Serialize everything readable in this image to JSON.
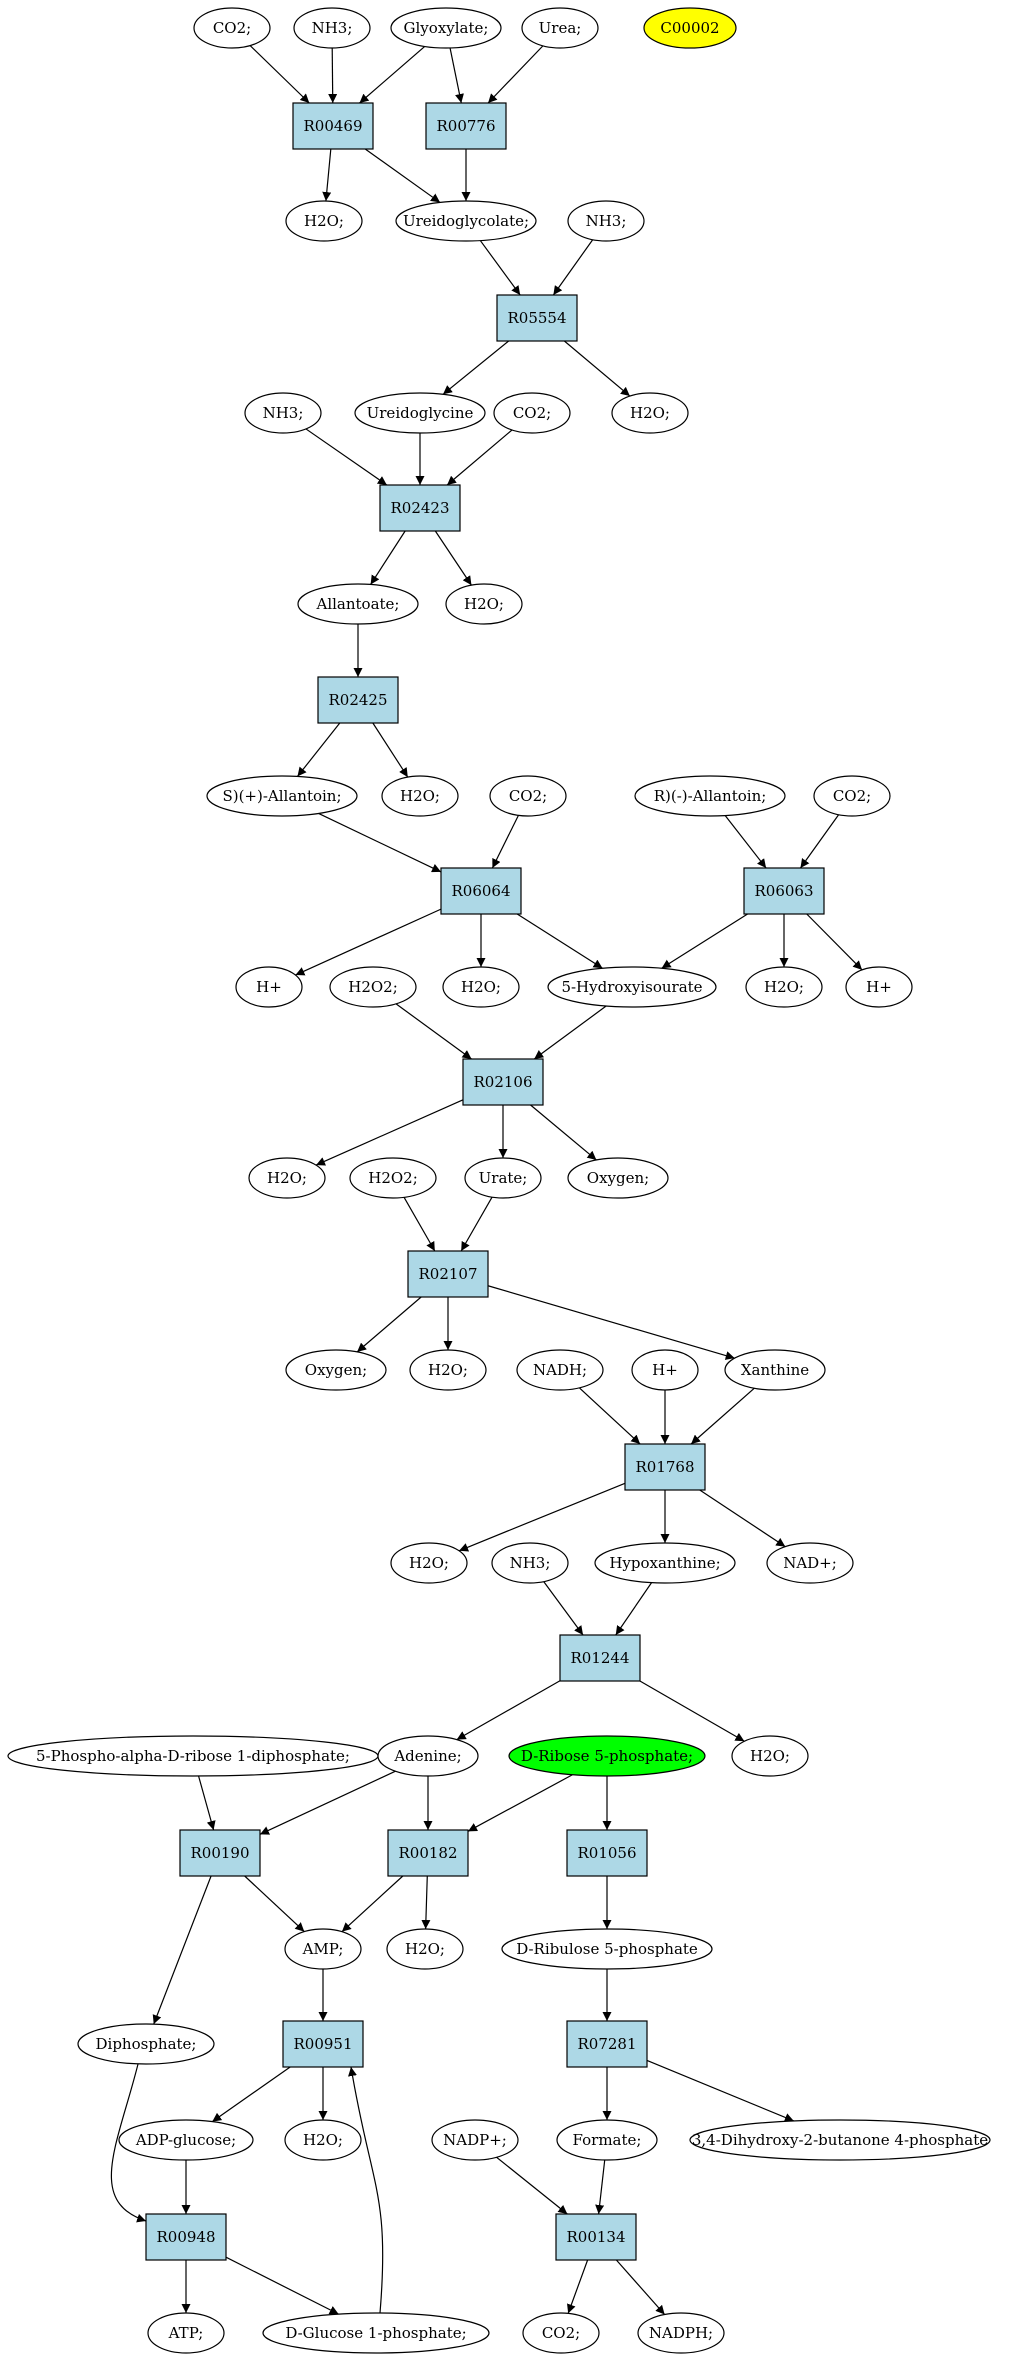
{
  "colors": {
    "background": "#ffffff",
    "reaction_fill": "#add8e6",
    "highlight_yellow": "#ffff00",
    "highlight_green": "#00ff00",
    "compound_fill": "#ffffff",
    "stroke": "#000000"
  },
  "nodes": [
    {
      "id": "co2_a",
      "label": "CO2;",
      "kind": "compound"
    },
    {
      "id": "nh3_a",
      "label": "NH3;",
      "kind": "compound"
    },
    {
      "id": "glyoxylate",
      "label": "Glyoxylate;",
      "kind": "compound"
    },
    {
      "id": "urea",
      "label": "Urea;",
      "kind": "compound"
    },
    {
      "id": "c00002",
      "label": "C00002",
      "kind": "compound",
      "fill": "#ffff00"
    },
    {
      "id": "R00469",
      "label": "R00469",
      "kind": "reaction"
    },
    {
      "id": "R00776",
      "label": "R00776",
      "kind": "reaction"
    },
    {
      "id": "h2o_a",
      "label": "H2O;",
      "kind": "compound"
    },
    {
      "id": "ureidoglycolate",
      "label": "Ureidoglycolate;",
      "kind": "compound"
    },
    {
      "id": "nh3_b",
      "label": "NH3;",
      "kind": "compound"
    },
    {
      "id": "R05554",
      "label": "R05554",
      "kind": "reaction"
    },
    {
      "id": "nh3_c",
      "label": "NH3;",
      "kind": "compound"
    },
    {
      "id": "ureidoglycine",
      "label": "Ureidoglycine",
      "kind": "compound"
    },
    {
      "id": "co2_b",
      "label": "CO2;",
      "kind": "compound"
    },
    {
      "id": "h2o_b",
      "label": "H2O;",
      "kind": "compound"
    },
    {
      "id": "R02423",
      "label": "R02423",
      "kind": "reaction"
    },
    {
      "id": "allantoate",
      "label": "Allantoate;",
      "kind": "compound"
    },
    {
      "id": "h2o_c",
      "label": "H2O;",
      "kind": "compound"
    },
    {
      "id": "R02425",
      "label": "R02425",
      "kind": "reaction"
    },
    {
      "id": "s_allantoin",
      "label": "S)(+)-Allantoin;",
      "kind": "compound"
    },
    {
      "id": "h2o_d",
      "label": "H2O;",
      "kind": "compound"
    },
    {
      "id": "co2_c",
      "label": "CO2;",
      "kind": "compound"
    },
    {
      "id": "r_allantoin",
      "label": "R)(-)-Allantoin;",
      "kind": "compound"
    },
    {
      "id": "co2_d",
      "label": "CO2;",
      "kind": "compound"
    },
    {
      "id": "R06064",
      "label": "R06064",
      "kind": "reaction"
    },
    {
      "id": "R06063",
      "label": "R06063",
      "kind": "reaction"
    },
    {
      "id": "hplus_a",
      "label": "H+",
      "kind": "compound"
    },
    {
      "id": "h2o2_a",
      "label": "H2O2;",
      "kind": "compound"
    },
    {
      "id": "h2o_e",
      "label": "H2O;",
      "kind": "compound"
    },
    {
      "id": "hydroxyisourate",
      "label": "5-Hydroxyisourate",
      "kind": "compound"
    },
    {
      "id": "h2o_f",
      "label": "H2O;",
      "kind": "compound"
    },
    {
      "id": "hplus_b",
      "label": "H+",
      "kind": "compound"
    },
    {
      "id": "R02106",
      "label": "R02106",
      "kind": "reaction"
    },
    {
      "id": "h2o_g",
      "label": "H2O;",
      "kind": "compound"
    },
    {
      "id": "h2o2_b",
      "label": "H2O2;",
      "kind": "compound"
    },
    {
      "id": "urate",
      "label": "Urate;",
      "kind": "compound"
    },
    {
      "id": "oxygen_a",
      "label": "Oxygen;",
      "kind": "compound"
    },
    {
      "id": "R02107",
      "label": "R02107",
      "kind": "reaction"
    },
    {
      "id": "oxygen_b",
      "label": "Oxygen;",
      "kind": "compound"
    },
    {
      "id": "h2o_h",
      "label": "H2O;",
      "kind": "compound"
    },
    {
      "id": "nadh",
      "label": "NADH;",
      "kind": "compound"
    },
    {
      "id": "hplus_c",
      "label": "H+",
      "kind": "compound"
    },
    {
      "id": "xanthine",
      "label": "Xanthine",
      "kind": "compound"
    },
    {
      "id": "R01768",
      "label": "R01768",
      "kind": "reaction"
    },
    {
      "id": "h2o_i",
      "label": "H2O;",
      "kind": "compound"
    },
    {
      "id": "nh3_d",
      "label": "NH3;",
      "kind": "compound"
    },
    {
      "id": "hypoxanthine",
      "label": "Hypoxanthine;",
      "kind": "compound"
    },
    {
      "id": "nadplus",
      "label": "NAD+;",
      "kind": "compound"
    },
    {
      "id": "R01244",
      "label": "R01244",
      "kind": "reaction"
    },
    {
      "id": "prpp",
      "label": "5-Phospho-alpha-D-ribose 1-diphosphate;",
      "kind": "compound"
    },
    {
      "id": "adenine",
      "label": "Adenine;",
      "kind": "compound"
    },
    {
      "id": "ribose5p",
      "label": "D-Ribose 5-phosphate;",
      "kind": "compound",
      "fill": "#00ff00"
    },
    {
      "id": "h2o_j",
      "label": "H2O;",
      "kind": "compound"
    },
    {
      "id": "R00190",
      "label": "R00190",
      "kind": "reaction"
    },
    {
      "id": "R00182",
      "label": "R00182",
      "kind": "reaction"
    },
    {
      "id": "R01056",
      "label": "R01056",
      "kind": "reaction"
    },
    {
      "id": "amp",
      "label": "AMP;",
      "kind": "compound"
    },
    {
      "id": "h2o_k",
      "label": "H2O;",
      "kind": "compound"
    },
    {
      "id": "ribulose5p",
      "label": "D-Ribulose 5-phosphate",
      "kind": "compound"
    },
    {
      "id": "diphosphate",
      "label": "Diphosphate;",
      "kind": "compound"
    },
    {
      "id": "R00951",
      "label": "R00951",
      "kind": "reaction"
    },
    {
      "id": "R07281",
      "label": "R07281",
      "kind": "reaction"
    },
    {
      "id": "adpglucose",
      "label": "ADP-glucose;",
      "kind": "compound"
    },
    {
      "id": "h2o_l",
      "label": "H2O;",
      "kind": "compound"
    },
    {
      "id": "nadpplus",
      "label": "NADP+;",
      "kind": "compound"
    },
    {
      "id": "formate",
      "label": "Formate;",
      "kind": "compound"
    },
    {
      "id": "dhbp",
      "label": "3,4-Dihydroxy-2-butanone 4-phosphate",
      "kind": "compound"
    },
    {
      "id": "R00948",
      "label": "R00948",
      "kind": "reaction"
    },
    {
      "id": "R00134",
      "label": "R00134",
      "kind": "reaction"
    },
    {
      "id": "atp",
      "label": "ATP;",
      "kind": "compound"
    },
    {
      "id": "glucose1p",
      "label": "D-Glucose 1-phosphate;",
      "kind": "compound"
    },
    {
      "id": "co2_e",
      "label": "CO2;",
      "kind": "compound"
    },
    {
      "id": "nadph",
      "label": "NADPH;",
      "kind": "compound"
    }
  ],
  "edges": [
    [
      "co2_a",
      "R00469"
    ],
    [
      "nh3_a",
      "R00469"
    ],
    [
      "glyoxylate",
      "R00469"
    ],
    [
      "glyoxylate",
      "R00776"
    ],
    [
      "urea",
      "R00776"
    ],
    [
      "R00469",
      "h2o_a"
    ],
    [
      "R00469",
      "ureidoglycolate"
    ],
    [
      "R00776",
      "ureidoglycolate"
    ],
    [
      "ureidoglycolate",
      "R05554"
    ],
    [
      "nh3_b",
      "R05554"
    ],
    [
      "R05554",
      "ureidoglycine"
    ],
    [
      "R05554",
      "h2o_b"
    ],
    [
      "nh3_c",
      "R02423"
    ],
    [
      "ureidoglycine",
      "R02423"
    ],
    [
      "co2_b",
      "R02423"
    ],
    [
      "R02423",
      "allantoate"
    ],
    [
      "R02423",
      "h2o_c"
    ],
    [
      "allantoate",
      "R02425"
    ],
    [
      "R02425",
      "s_allantoin"
    ],
    [
      "R02425",
      "h2o_d"
    ],
    [
      "s_allantoin",
      "R06064"
    ],
    [
      "co2_c",
      "R06064"
    ],
    [
      "r_allantoin",
      "R06063"
    ],
    [
      "co2_d",
      "R06063"
    ],
    [
      "R06064",
      "hplus_a"
    ],
    [
      "R06064",
      "h2o_e"
    ],
    [
      "R06064",
      "hydroxyisourate"
    ],
    [
      "R06063",
      "hydroxyisourate"
    ],
    [
      "R06063",
      "h2o_f"
    ],
    [
      "R06063",
      "hplus_b"
    ],
    [
      "h2o2_a",
      "R02106"
    ],
    [
      "hydroxyisourate",
      "R02106"
    ],
    [
      "R02106",
      "h2o_g"
    ],
    [
      "R02106",
      "urate"
    ],
    [
      "R02106",
      "oxygen_a"
    ],
    [
      "h2o2_b",
      "R02107"
    ],
    [
      "urate",
      "R02107"
    ],
    [
      "R02107",
      "oxygen_b"
    ],
    [
      "R02107",
      "h2o_h"
    ],
    [
      "R02107",
      "xanthine"
    ],
    [
      "nadh",
      "R01768"
    ],
    [
      "hplus_c",
      "R01768"
    ],
    [
      "xanthine",
      "R01768"
    ],
    [
      "R01768",
      "h2o_i"
    ],
    [
      "R01768",
      "hypoxanthine"
    ],
    [
      "R01768",
      "nadplus"
    ],
    [
      "nh3_d",
      "R01244"
    ],
    [
      "hypoxanthine",
      "R01244"
    ],
    [
      "R01244",
      "adenine"
    ],
    [
      "R01244",
      "h2o_j"
    ],
    [
      "prpp",
      "R00190"
    ],
    [
      "adenine",
      "R00190"
    ],
    [
      "adenine",
      "R00182"
    ],
    [
      "ribose5p",
      "R00182"
    ],
    [
      "ribose5p",
      "R01056"
    ],
    [
      "R00190",
      "amp"
    ],
    [
      "R00190",
      "diphosphate"
    ],
    [
      "R00182",
      "amp"
    ],
    [
      "R00182",
      "h2o_k"
    ],
    [
      "R01056",
      "ribulose5p"
    ],
    [
      "amp",
      "R00951"
    ],
    [
      "glucose1p",
      "R00951"
    ],
    [
      "ribulose5p",
      "R07281"
    ],
    [
      "R00951",
      "adpglucose"
    ],
    [
      "R00951",
      "h2o_l"
    ],
    [
      "R07281",
      "formate"
    ],
    [
      "R07281",
      "dhbp"
    ],
    [
      "adpglucose",
      "R00948"
    ],
    [
      "diphosphate",
      "R00948"
    ],
    [
      "nadpplus",
      "R00134"
    ],
    [
      "formate",
      "R00134"
    ],
    [
      "R00948",
      "atp"
    ],
    [
      "R00948",
      "glucose1p"
    ],
    [
      "R00134",
      "co2_e"
    ],
    [
      "R00134",
      "nadph"
    ]
  ]
}
